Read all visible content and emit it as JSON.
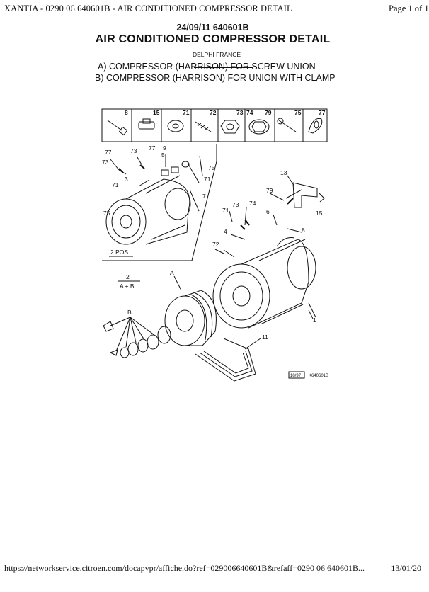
{
  "page": {
    "title": "XANTIA - 0290 06 640601B - AIR CONDITIONED COMPRESSOR DETAIL",
    "page_number": "Page 1 of 1"
  },
  "header": {
    "date_ref": "24/09/11 640601B",
    "main_title": "AIR CONDITIONED COMPRESSOR DETAIL",
    "maker": "DELPHI FRANCE",
    "line_a": "A) COMPRESSOR (HARRISON) FOR SCREW UNION",
    "line_b": "B) COMPRESSOR (HARRISON) FOR UNION WITH CLAMP"
  },
  "diagram": {
    "parts_strip": [
      "8",
      "15",
      "71",
      "72",
      "73",
      "74",
      "79",
      "75",
      "77"
    ],
    "callouts": {
      "c77": "77",
      "c73": "73",
      "c71": "71",
      "c75": "75",
      "c3": "3",
      "c5": "5",
      "c9": "9",
      "c7": "7",
      "c13": "13",
      "c79": "79",
      "c15": "15",
      "c74": "74",
      "c6": "6",
      "c4": "4",
      "c8": "8",
      "c72": "72",
      "c1": "1",
      "c11": "11",
      "cA": "A",
      "cB": "B",
      "c2": "2"
    },
    "inset_label": "2 POS",
    "fraction_top": "2",
    "fraction_bottom": "A + B",
    "date_stamp": "10/97",
    "ref_code": "K640601B"
  },
  "footer": {
    "url": "https://networkservice.citroen.com/docapvpr/affiche.do?ref=029006640601B&refaff=0290 06 640601B...",
    "date": "13/01/20"
  }
}
